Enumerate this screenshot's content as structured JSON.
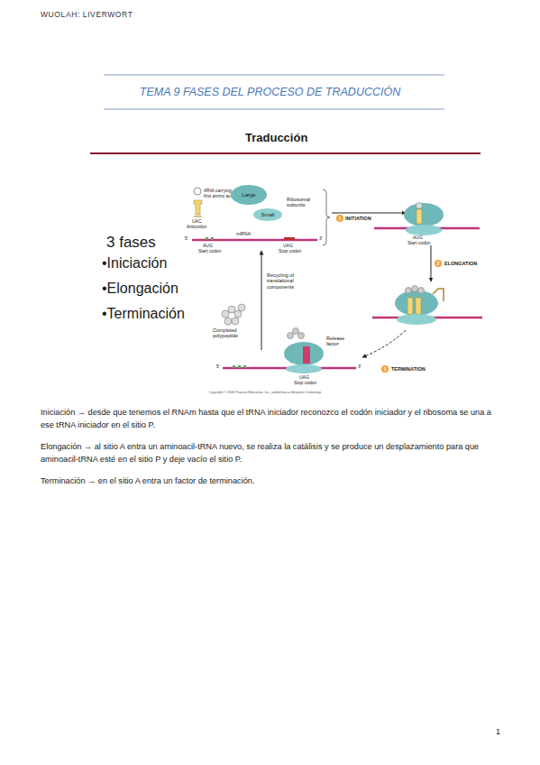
{
  "diagram": {
    "title": "TEMA 9 FASES DEL PROCESO DE TRADUCCIÓN",
    "nodes": [
      {
        "text": [
          "Large"
        ]
      },
      {
        "text": [
          "Small"
        ]
      }
    ],
    "labels": [
      "WUOLAH: LIVERWORT",
      "Traducción",
      "3 fases",
      "•Iniciación",
      "•Elongación",
      "•Terminación",
      "tRNA carrying first amino acid",
      "UAC",
      "Anticodon",
      "Ribosomal subunits",
      "5'",
      "mRNA",
      "3'",
      "AUG",
      "Start codon",
      "UAG",
      "Stop codon",
      "1",
      "INITIATION",
      "AUG",
      "Start codon",
      "2",
      "ELONGATION",
      "Recycling of translational components",
      "Completed polypeptide",
      "Release factor",
      "3",
      "TERMINATION",
      "5'",
      "3'",
      "UAG",
      "Stop codon",
      "Copyright © 2006 Pearson Education, Inc., publishing as Benjamin Cummings",
      "Iniciación → desde que tenemos el RNAm hasta que el tRNA iniciador reconozco el codón iniciador y el ribosoma se una a ese tRNA iniciador en el sitio P.",
      "Elongación → al sitio A entra un aminoacil-tRNA nuevo, se realiza la catálisis y se produce un desplazamiento para que aminoacil-tRNA esté en el sitio P y deje vacío el sitio P.",
      "Terminación → en el sitio A entra un factor de terminación.",
      "1"
    ]
  }
}
